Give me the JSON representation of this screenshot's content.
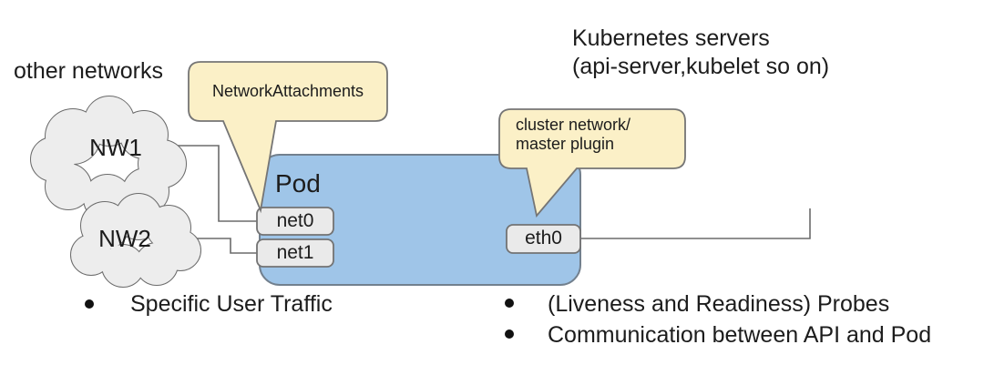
{
  "title_left": "other networks",
  "title_right": {
    "line1": "Kubernetes servers",
    "line2": "(api-server,kubelet so on)"
  },
  "clouds": {
    "nw1": "NW1",
    "nw2": "NW2"
  },
  "pod": {
    "label": "Pod",
    "interfaces": {
      "net0": "net0",
      "net1": "net1",
      "eth0": "eth0"
    }
  },
  "callouts": {
    "attachments": "NetworkAttachments",
    "cluster": {
      "line1": "cluster network/",
      "line2": "master plugin"
    }
  },
  "bullets": {
    "left": [
      "Specific User Traffic"
    ],
    "right": [
      "(Liveness and Readiness) Probes",
      "Communication between API and Pod"
    ]
  },
  "colors": {
    "pod_fill": "#9FC5E8",
    "pod_border": "#72808e",
    "callout_fill": "#FBF0C7",
    "callout_border": "#757575",
    "box_fill": "#EAEAEA",
    "box_border": "#737373",
    "cloud_fill": "#EDEDED",
    "line": "#6b6b6b",
    "text": "#1c1c1c"
  }
}
